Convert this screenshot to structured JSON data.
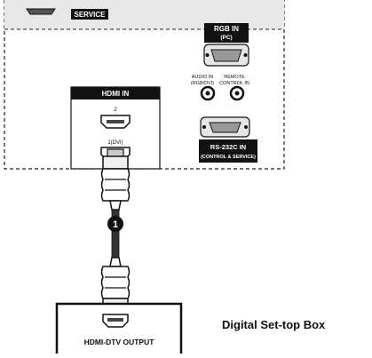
{
  "panel": {
    "service_label": "SERVICE",
    "rgb_in_label": "RGB IN",
    "rgb_in_sub": "(PC)",
    "audio_in_line1": "AUDIO IN",
    "audio_in_line2": "(RGB/DVI)",
    "remote_line1": "REMOTE",
    "remote_line2": "CONTROL IN",
    "hdmi_in_label": "HDMI IN",
    "hdmi_port_2_label": "2",
    "hdmi_port_1_label": "1(DVI)",
    "rs232c_line1": "RS-232C IN",
    "rs232c_line2": "(CONTROL & SERVICE)"
  },
  "cable": {
    "step_number": "1"
  },
  "device": {
    "name": "Digital Set-top Box",
    "output_label": "HDMI-DTV OUTPUT"
  }
}
